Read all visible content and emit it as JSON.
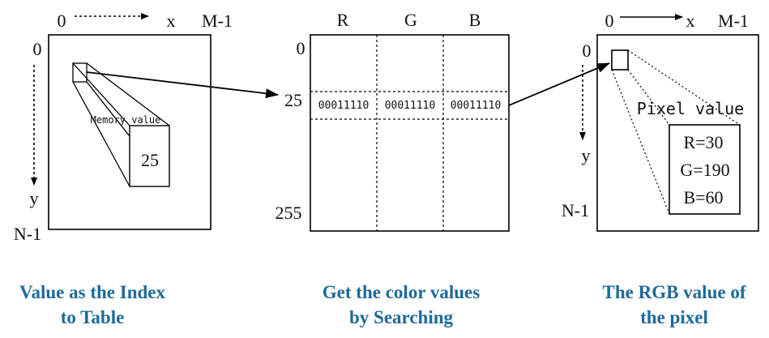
{
  "panel1": {
    "origin": "0",
    "x_label": "x",
    "x_end": "M-1",
    "y_origin": "0",
    "y_label": "y",
    "y_end": "N-1",
    "memory_label": "Memory value",
    "memory_value": "25"
  },
  "panel2": {
    "col_r": "R",
    "col_g": "G",
    "col_b": "B",
    "row_0": "0",
    "row_25": "25",
    "row_255": "255",
    "cell_r": "00011110",
    "cell_g": "00011110",
    "cell_b": "00011110"
  },
  "panel3": {
    "origin": "0",
    "x_label": "x",
    "x_end": "M-1",
    "y_origin": "0",
    "y_label": "y",
    "y_end": "N-1",
    "pixel_label": "Pixel value",
    "r_value": "R=30",
    "g_value": "G=190",
    "b_value": "B=60"
  },
  "captions": {
    "left_line1": "Value as the Index",
    "left_line2": "to Table",
    "mid_line1": "Get the color values",
    "mid_line2": "by Searching",
    "right_line1": "The RGB value of",
    "right_line2": "the pixel"
  },
  "colors": {
    "caption": "#1d6a9a",
    "line": "#000000"
  }
}
